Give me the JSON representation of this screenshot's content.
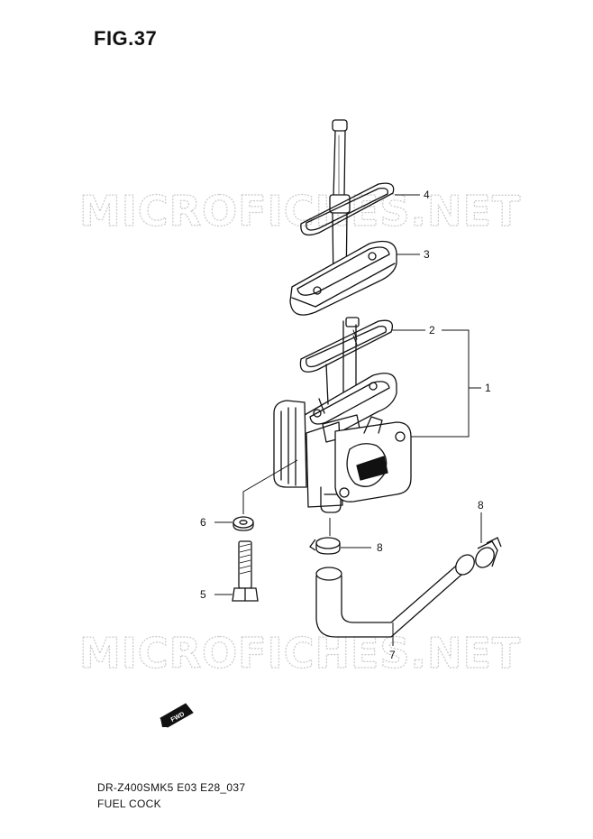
{
  "figure": {
    "title": "FIG.37"
  },
  "watermark": {
    "text": "MICROFICHES.NET"
  },
  "callouts": {
    "c1": "1",
    "c2": "2",
    "c3": "3",
    "c4": "4",
    "c5": "5",
    "c6": "6",
    "c7": "7",
    "c8a": "8",
    "c8b": "8"
  },
  "fwd_badge": {
    "text": "FWD"
  },
  "footer": {
    "code": "DR-Z400SMK5 E03 E28_037",
    "name": "FUEL COCK"
  },
  "colors": {
    "line": "#111111",
    "watermark": "#c9c9c9",
    "background": "#ffffff"
  }
}
